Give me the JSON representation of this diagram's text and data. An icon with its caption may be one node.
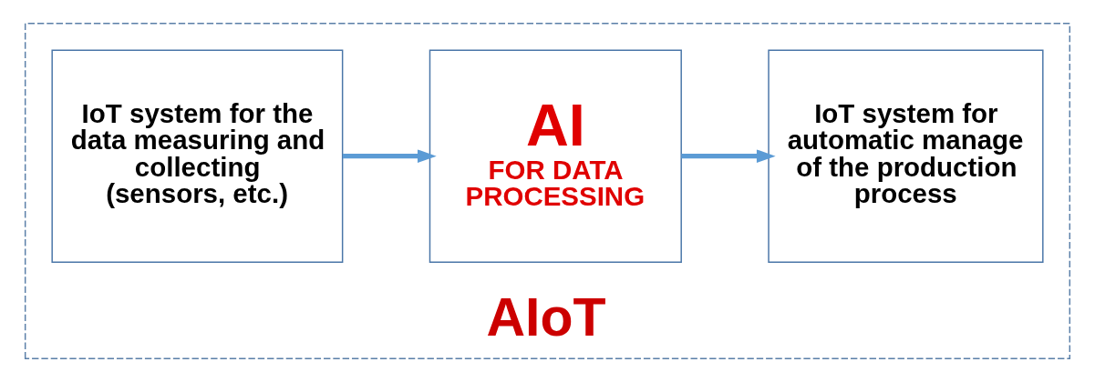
{
  "diagram": {
    "nodes": [
      {
        "text": [
          "AIoT"
        ]
      },
      {
        "text": [
          "IoT system for the data measuring and collecting (sensors, etc.)"
        ],
        "in": 0
      },
      {
        "text": [
          "AI",
          "FOR DATA PROCESSING"
        ],
        "in": 0
      },
      {
        "text": [
          "IoT system for automatic manage of the production process"
        ],
        "in": 0
      }
    ],
    "edges": [
      {
        "from": 1,
        "to": 2,
        "arrow": "to"
      },
      {
        "from": 2,
        "to": 3,
        "arrow": "to"
      }
    ]
  }
}
